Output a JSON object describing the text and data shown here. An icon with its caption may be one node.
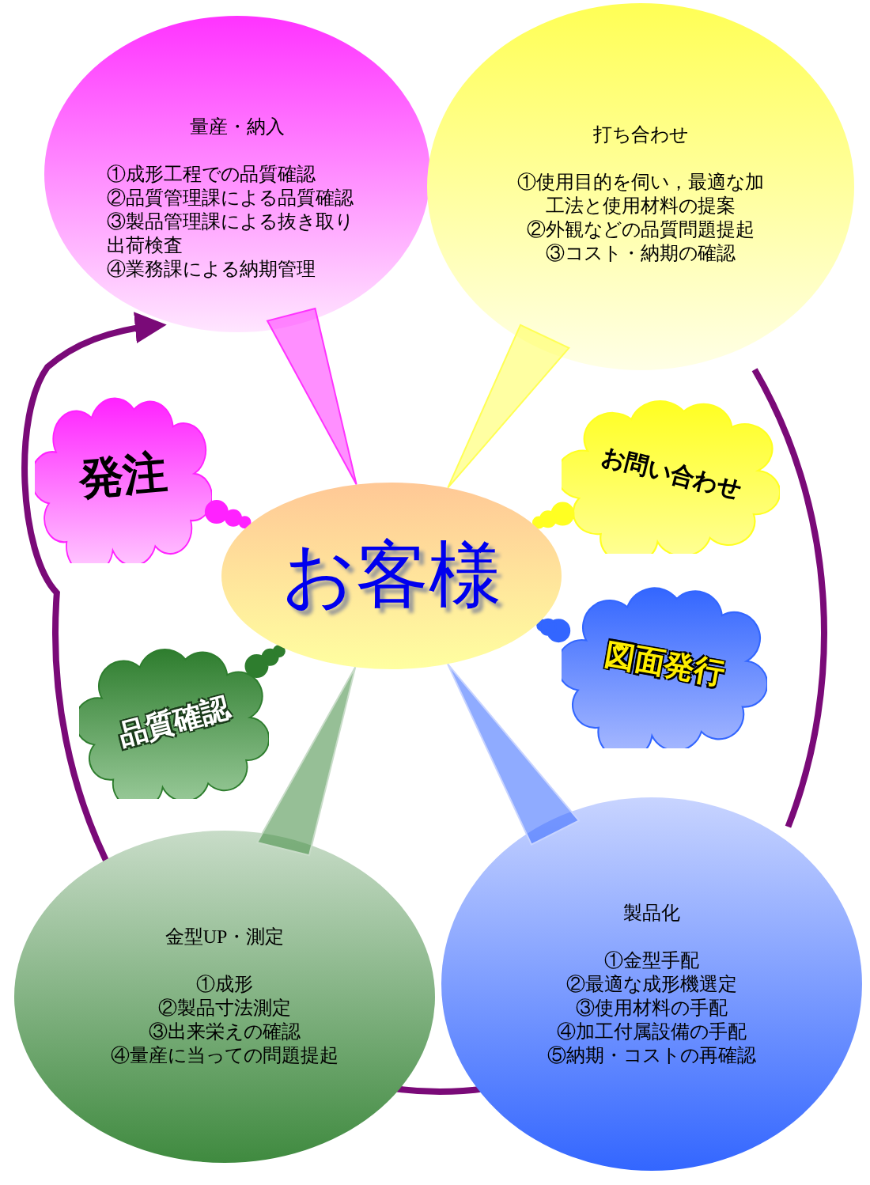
{
  "diagram": {
    "nodes": [
      {
        "text": [
          "量産・納入",
          "①成形工程での品質確認",
          "②品質管理課による品質確認",
          "③製品管理課による抜き取り出荷検査",
          "④業務課による納期管理"
        ]
      },
      {
        "text": [
          "打ち合わせ",
          "①使用目的を伺い，最適な加工法と使用材料の提案",
          "②外観などの品質問題提起",
          "③コスト・納期の確認"
        ]
      },
      {
        "text": [
          "発注"
        ]
      },
      {
        "text": [
          "お問い合わせ"
        ]
      },
      {
        "text": [
          "お客様"
        ]
      },
      {
        "text": [
          "図面発行"
        ]
      },
      {
        "text": [
          "品質確認"
        ]
      },
      {
        "text": [
          "金型UP・測定",
          "①成形",
          "②製品寸法測定",
          "③出来栄えの確認",
          "④量産に当っての問題提起"
        ]
      },
      {
        "text": [
          "製品化",
          "①金型手配",
          "②最適な成形機選定",
          "③使用材料の手配",
          "④加工付属設備の手配",
          "⑤納期・コストの再確認"
        ]
      }
    ],
    "edges": [
      {
        "from": 0,
        "to": 4,
        "arrow": "none"
      },
      {
        "from": 1,
        "to": 4,
        "arrow": "none"
      },
      {
        "from": 2,
        "to": 4,
        "arrow": "none"
      },
      {
        "from": 3,
        "to": 4,
        "arrow": "none"
      },
      {
        "from": 5,
        "to": 4,
        "arrow": "none"
      },
      {
        "from": 6,
        "to": 4,
        "arrow": "none"
      },
      {
        "from": 7,
        "to": 4,
        "arrow": "none"
      },
      {
        "from": 8,
        "to": 4,
        "arrow": "none"
      },
      {
        "from": 1,
        "to": 8,
        "arrow": "none",
        "color": "#7a0a78"
      },
      {
        "from": 8,
        "to": 7,
        "arrow": "none",
        "color": "#7a0a78"
      },
      {
        "from": 7,
        "to": 0,
        "arrow": "to",
        "color": "#7a0a78"
      }
    ]
  }
}
